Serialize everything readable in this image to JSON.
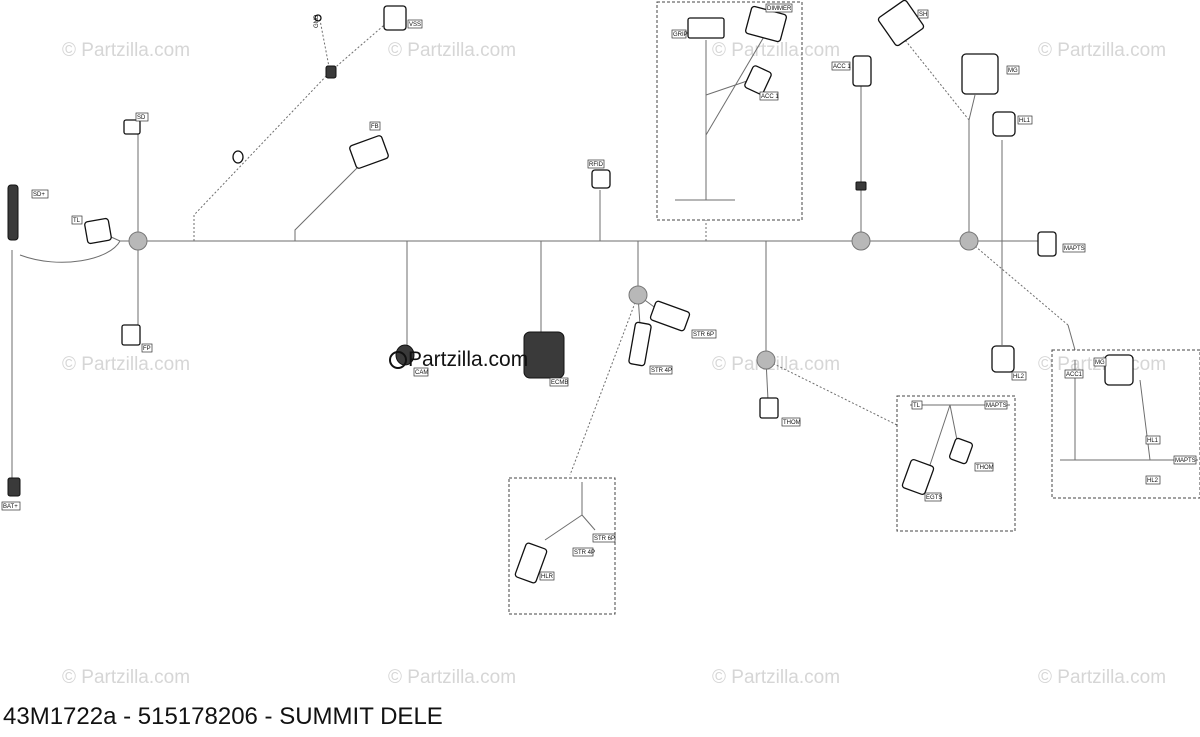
{
  "caption": "43M1722a - 515178206 - SUMMIT DELE",
  "watermark": "© Partzilla.com",
  "logo_watermark": "Partzilla.com",
  "labels": {
    "sd_plus": "SD+",
    "tl": "TL",
    "sd": "SD",
    "fp": "FP",
    "bat_plus": "BAT+",
    "gnd": "GND",
    "vss": "VSS",
    "fb": "FB",
    "cam": "CAM",
    "ecm_b": "ECMB",
    "rfid": "RFID",
    "str_6p": "STR 6P",
    "str_4p": "STR 4P",
    "grip": "GRIP",
    "dimmer": "DIMMER",
    "acc1_top": "ACC 1",
    "acc1_box": "ACC 1",
    "sh": "SH",
    "mg": "MG",
    "hl1": "HL1",
    "maptsa": "MAPTS",
    "hl2": "HL2",
    "thom": "THOM",
    "box_tl": "TL",
    "box_mapts": "MAPTS",
    "box_thom": "THOM",
    "egts": "EGTS",
    "box2_str6p": "STR 6P",
    "box2_str4p": "STR 4P",
    "hlr": "HLR",
    "box4_acc1": "ACC1",
    "box4_mg": "MG",
    "box4_hl1": "HL1",
    "box4_mapts": "MAPTS",
    "box4_hl2": "HL2"
  },
  "colors": {
    "wire": "#6e6e6e",
    "node": "#b8b8b8",
    "watermark": "#d6d6d6",
    "text": "#111111"
  }
}
